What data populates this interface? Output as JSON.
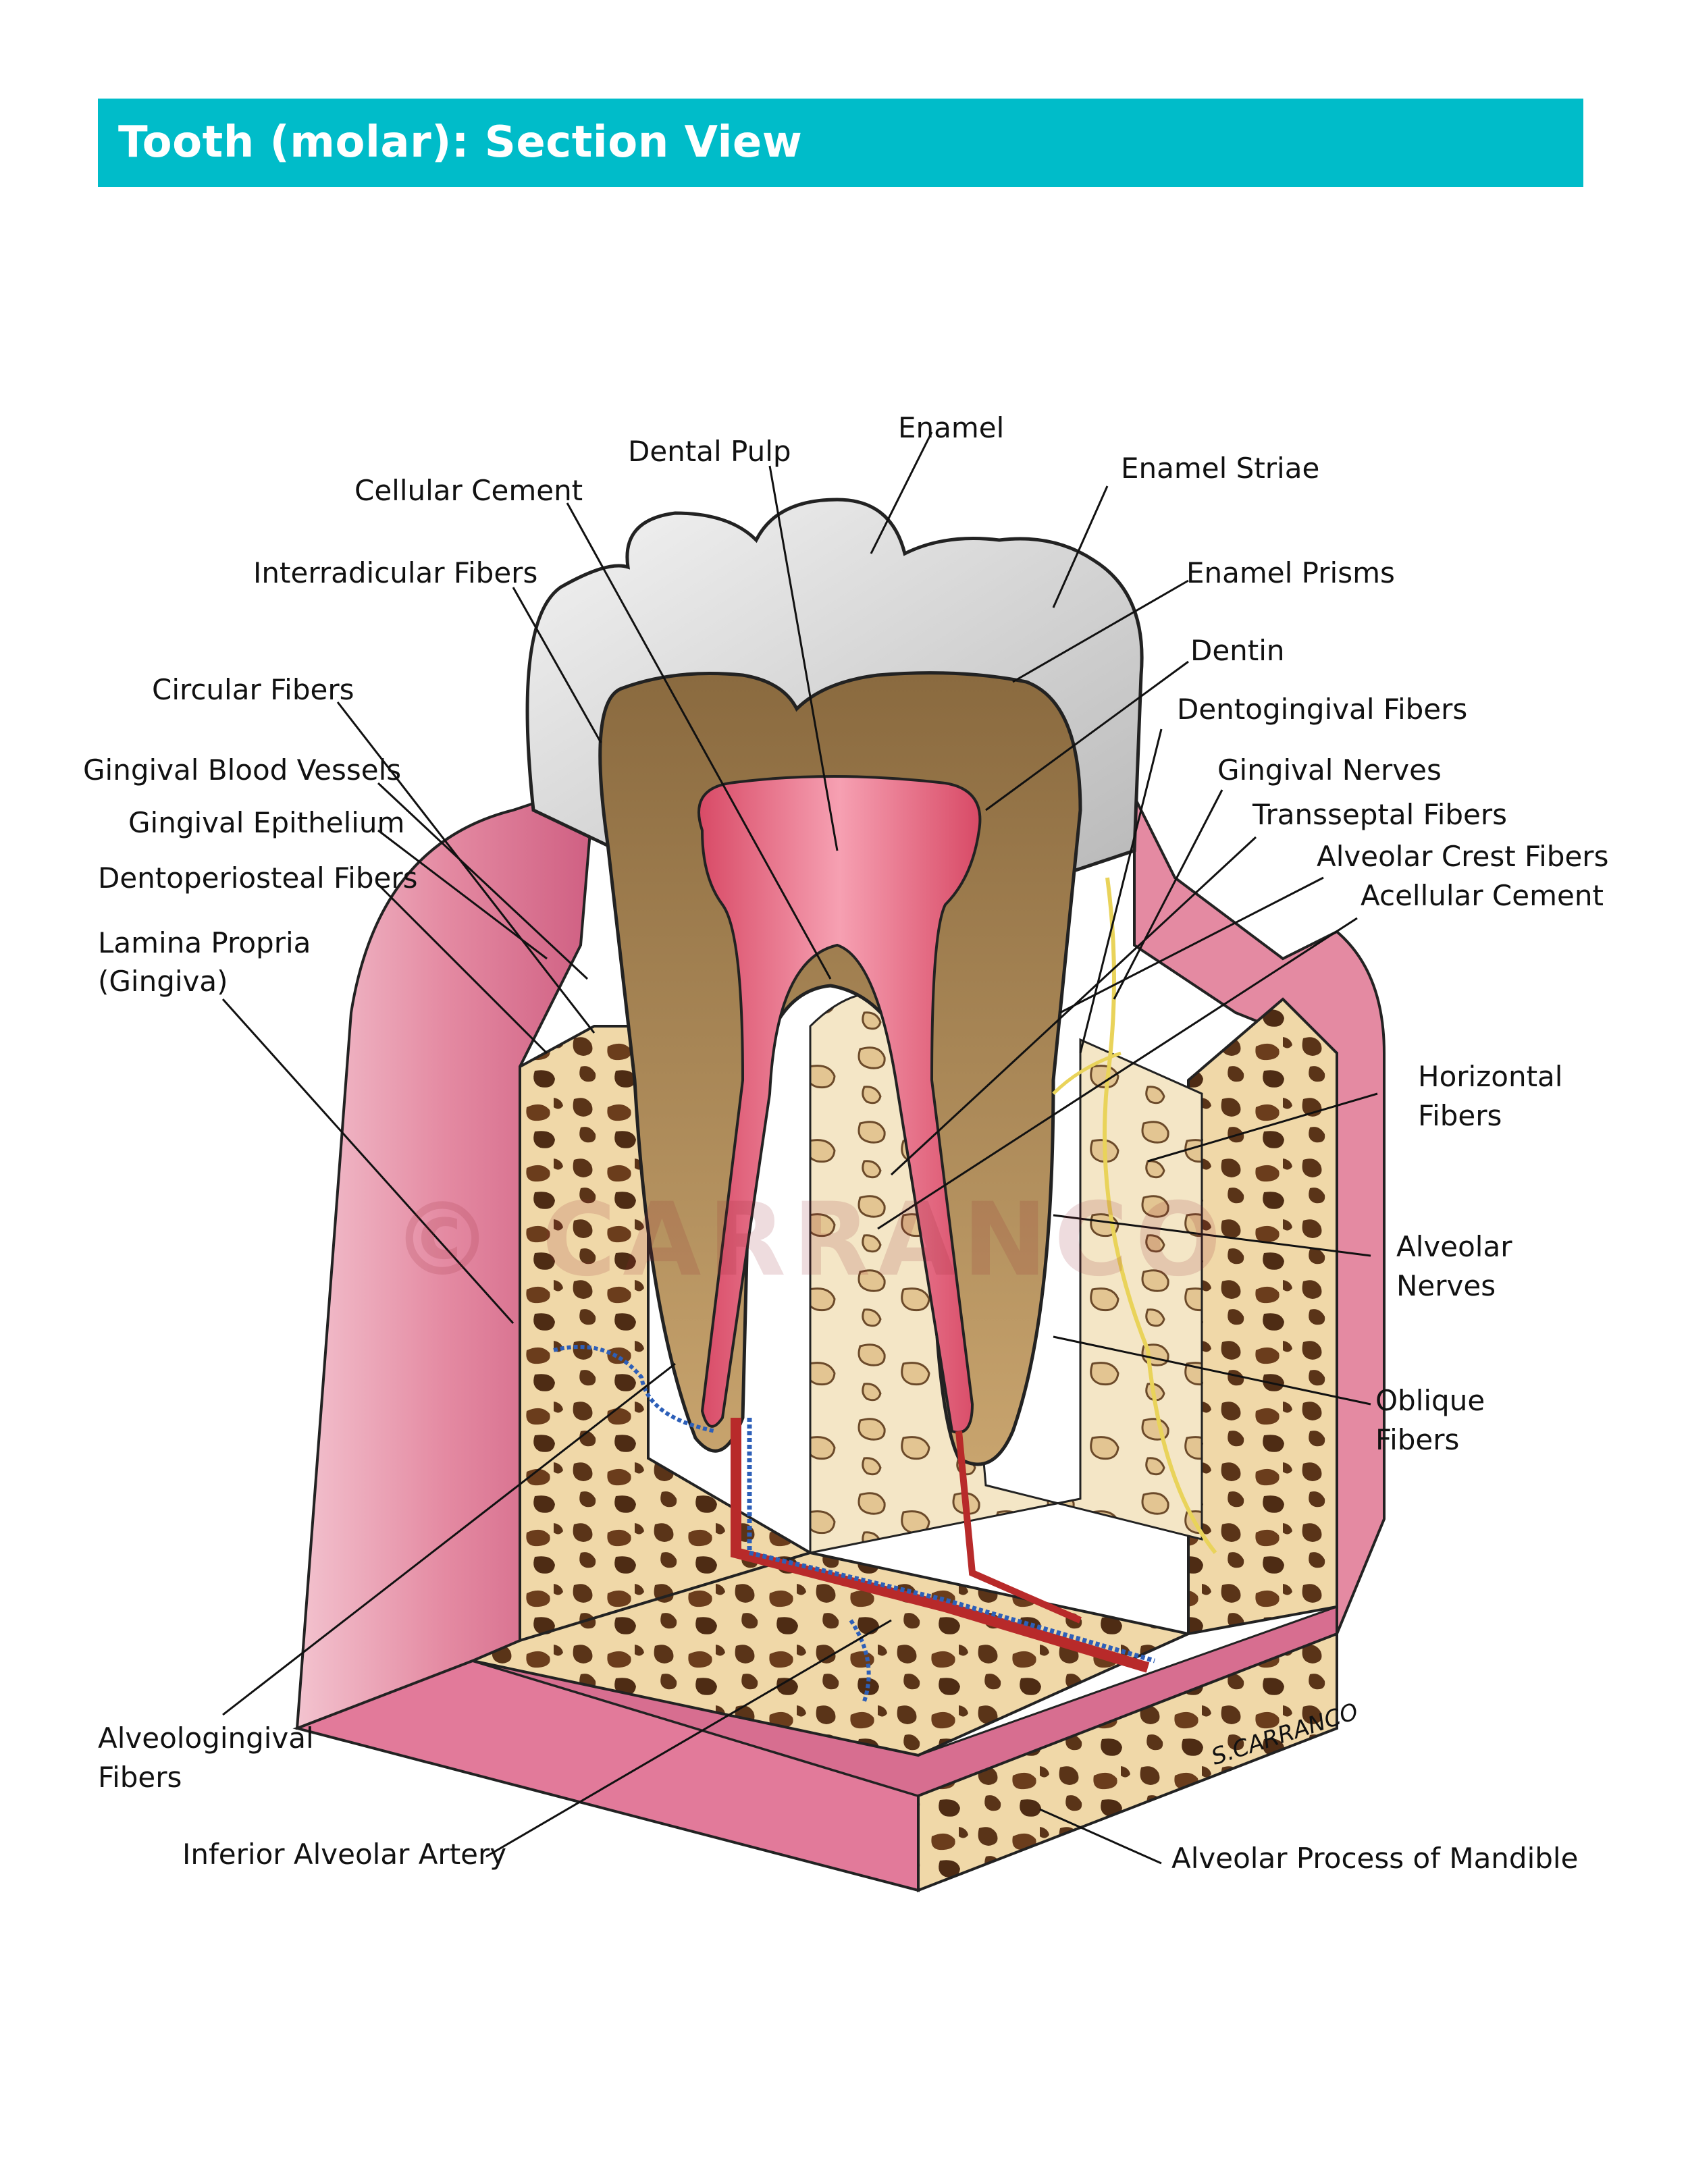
{
  "title": "Tooth (molar): Section View",
  "labels": {
    "enamel": "Enamel",
    "dental_pulp": "Dental Pulp",
    "enamel_striae": "Enamel Striae",
    "cellular_cement": "Cellular Cement",
    "enamel_prisms": "Enamel Prisms",
    "interradicular_fibers": "Interradicular Fibers",
    "dentin": "Dentin",
    "circular_fibers": "Circular Fibers",
    "dentogingival_fibers": "Dentogingival Fibers",
    "gingival_blood_vessels": "Gingival Blood Vessels",
    "gingival_nerves": "Gingival Nerves",
    "gingival_epithelium": "Gingival Epithelium",
    "transseptal_fibers": "Transseptal Fibers",
    "alveolar_crest_fibers": "Alveolar Crest Fibers",
    "dentoperiosteal_fibers": "Dentoperiosteal Fibers",
    "acellular_cement": "Acellular Cement",
    "lamina_propria_1": "Lamina Propria",
    "lamina_propria_2": "(Gingiva)",
    "horizontal_fibers_1": "Horizontal",
    "horizontal_fibers_2": "Fibers",
    "alveolar_nerves_1": "Alveolar",
    "alveolar_nerves_2": "Nerves",
    "oblique_fibers_1": "Oblique",
    "oblique_fibers_2": "Fibers",
    "alveologingival_fibers_1": "Alveologingival",
    "alveologingival_fibers_2": "Fibers",
    "inferior_alveolar_artery": "Inferior Alveolar Artery",
    "alveolar_process": "Alveolar Process of Mandible"
  },
  "signature": "S.CARRANCO",
  "watermark": "© CARRANCO",
  "colors": {
    "title_bar": "#00bcc9",
    "gum_pink": "#e58ca4",
    "gum_dark": "#a8385e",
    "enamel_grey": "#d9d9d9",
    "dentin_brown": "#a98555",
    "pulp_pink": "#ef6f87",
    "bone_cream": "#f1ddb0",
    "bone_brown": "#5a3418",
    "artery_red": "#b82a2a",
    "vein_blue": "#2d5fb8",
    "nerve_yellow": "#e9d35a"
  }
}
